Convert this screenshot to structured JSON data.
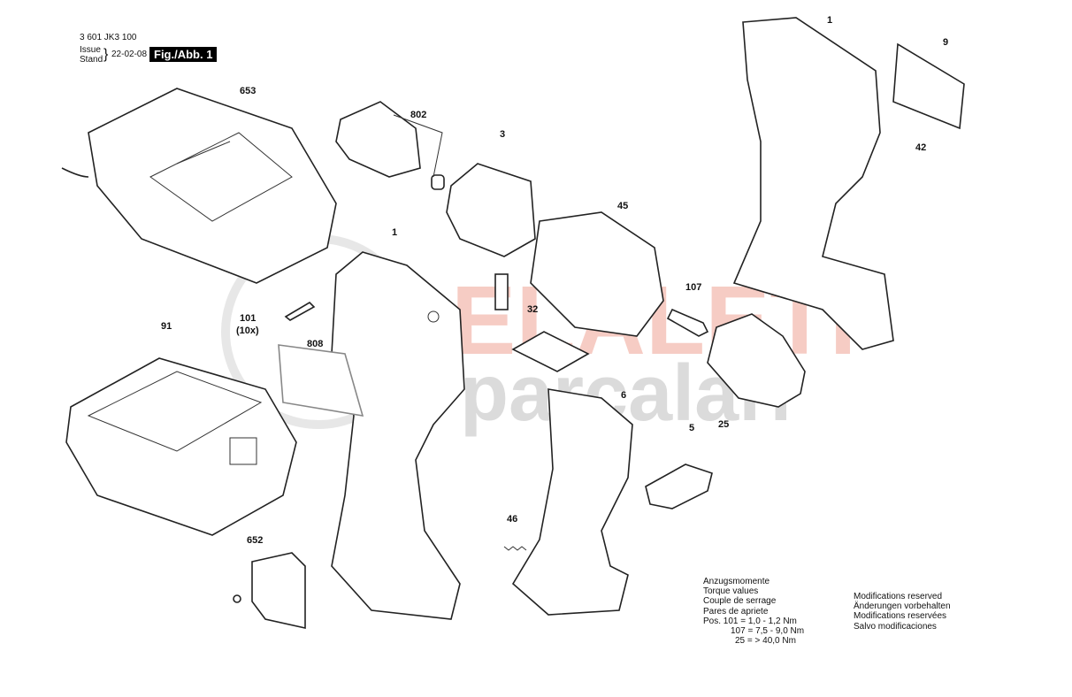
{
  "header": {
    "part_number": "3 601 JK3 100",
    "issue_label": "Issue",
    "stand_label": "Stand",
    "date": "22-02-08",
    "figure": "Fig./Abb. 1"
  },
  "watermark": {
    "line1": "ELALETI",
    "line2": "parçaları"
  },
  "callouts": {
    "c653": "653",
    "c802": "802",
    "c3": "3",
    "c1a": "1",
    "c9": "9",
    "c42": "42",
    "c45": "45",
    "c1b": "1",
    "c107": "107",
    "c32": "32",
    "c101": "101",
    "c10x": "(10x)",
    "c808": "808",
    "c91": "91",
    "c6": "6",
    "c5": "5",
    "c25": "25",
    "c46": "46",
    "c652": "652"
  },
  "torque": {
    "lines": [
      "Anzugsmomente",
      "Torque values",
      "Couple de serrage",
      "Pares de apriete"
    ],
    "pos1": "Pos.  101 = 1,0 - 1,2 Nm",
    "pos2": "107 = 7,5 - 9,0 Nm",
    "pos3": "25 = > 40,0 Nm"
  },
  "modifications": [
    "Modifications reserved",
    "Änderungen vorbehalten",
    "Modifications reservées",
    "Salvo modificaciones"
  ]
}
